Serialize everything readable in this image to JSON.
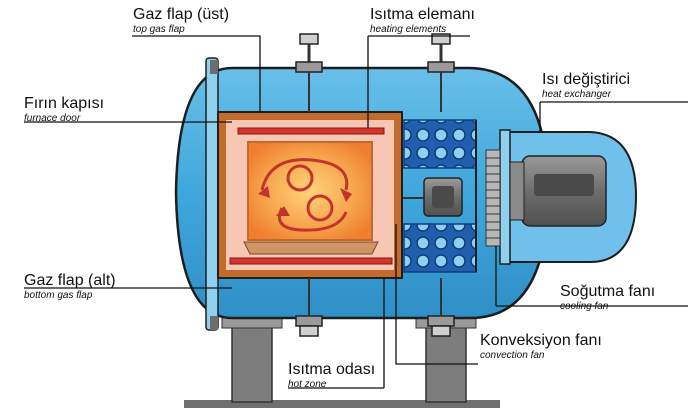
{
  "labels": {
    "top_gas_flap": {
      "tr": "Gaz flap (üst)",
      "en": "top gas flap"
    },
    "heating_elements": {
      "tr": "Isıtma elemanı",
      "en": "heating elements"
    },
    "furnace_door": {
      "tr": "Fırın kapısı",
      "en": "furnace door"
    },
    "heat_exchanger": {
      "tr": "Isı değiştirici",
      "en": "heat exchanger"
    },
    "bottom_gas_flap": {
      "tr": "Gaz flap (alt)",
      "en": "bottom gas flap"
    },
    "cooling_fan": {
      "tr": "Soğutma fanı",
      "en": "cooling fan"
    },
    "convection_fan": {
      "tr": "Konveksiyon fanı",
      "en": "convection fan"
    },
    "hot_zone": {
      "tr": "Isıtma odası",
      "en": "hot zone"
    }
  },
  "colors": {
    "vessel_blue": "#3fa7dc",
    "vessel_blue_light": "#8fd0ef",
    "insulation_brown": "#c36a2d",
    "hotzone_pink": "#f7c7b4",
    "hot_core": "#f5a14a",
    "heater_red": "#d9342b",
    "support_gray": "#7d7d7d",
    "motor_gray": "#6d6d6d",
    "coil_blue": "#1f5fae"
  }
}
